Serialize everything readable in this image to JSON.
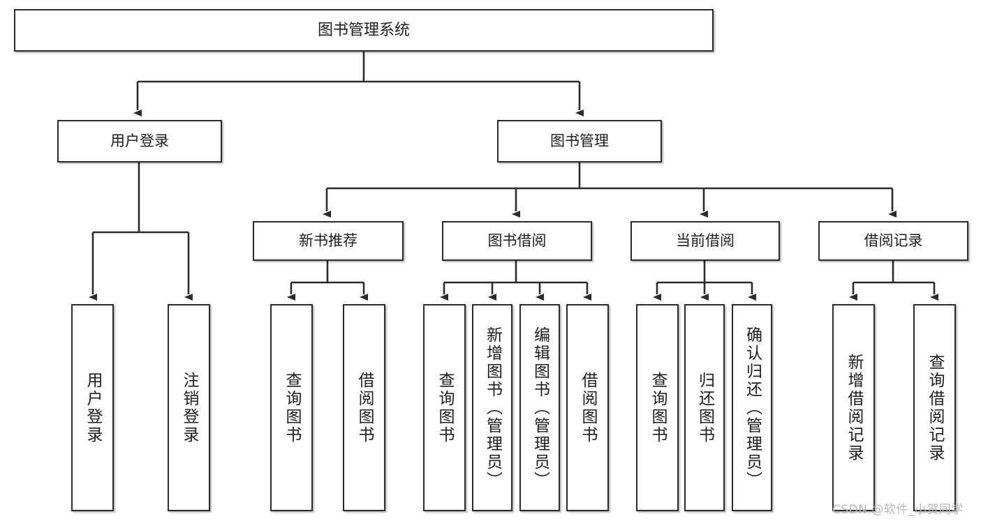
{
  "diagram": {
    "type": "tree-hierarchy-diagram",
    "title": "图书管理系统",
    "colors": {
      "box_border": "#2b2b2b",
      "box_fill": "#ffffff",
      "connector": "#2b2b2b",
      "text": "#1d1d1d",
      "watermark": "#b9b9b9",
      "background": "#ffffff"
    },
    "levels": {
      "root": {
        "label": "图书管理系统"
      },
      "level2": [
        {
          "id": "user-login",
          "label": "用户登录"
        },
        {
          "id": "book-management",
          "label": "图书管理"
        }
      ],
      "level3": [
        {
          "id": "new-book-recommend",
          "label": "新书推荐"
        },
        {
          "id": "book-borrow",
          "label": "图书借阅"
        },
        {
          "id": "current-borrow",
          "label": "当前借阅"
        },
        {
          "id": "borrow-record",
          "label": "借阅记录"
        }
      ],
      "leaves": [
        {
          "id": "leaf-user-login",
          "label": "用户登录",
          "parent": "user-login"
        },
        {
          "id": "leaf-logout-login",
          "label": "注销登录",
          "parent": "user-login"
        },
        {
          "id": "leaf-query-book-1",
          "label": "查询图书",
          "parent": "new-book-recommend"
        },
        {
          "id": "leaf-borrow-book-1",
          "label": "借阅图书",
          "parent": "new-book-recommend"
        },
        {
          "id": "leaf-query-book-2",
          "label": "查询图书",
          "parent": "book-borrow"
        },
        {
          "id": "leaf-add-book-admin",
          "label": "新增图书（管理员）",
          "parent": "book-borrow"
        },
        {
          "id": "leaf-edit-book-admin",
          "label": "编辑图书（管理员）",
          "parent": "book-borrow"
        },
        {
          "id": "leaf-borrow-book-2",
          "label": "借阅图书",
          "parent": "book-borrow"
        },
        {
          "id": "leaf-query-book-3",
          "label": "查询图书",
          "parent": "current-borrow"
        },
        {
          "id": "leaf-return-book",
          "label": "归还图书",
          "parent": "current-borrow"
        },
        {
          "id": "leaf-confirm-return-admin",
          "label": "确认归还（管理员）",
          "parent": "current-borrow"
        },
        {
          "id": "leaf-add-borrow-record",
          "label": "新增借阅记录",
          "parent": "borrow-record"
        },
        {
          "id": "leaf-query-borrow-record",
          "label": "查询借阅记录",
          "parent": "borrow-record"
        }
      ]
    }
  },
  "watermark": {
    "text": "CSDN @软件_小贺同学"
  }
}
